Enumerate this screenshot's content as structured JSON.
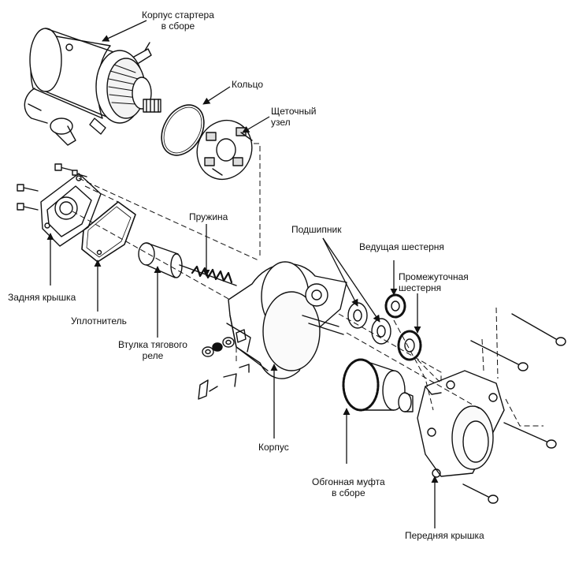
{
  "labels": {
    "starter_body": [
      "Корпус стартера",
      "в сборе"
    ],
    "ring": [
      "Кольцо"
    ],
    "brush_holder": [
      "Щеточный",
      "узел"
    ],
    "spring": [
      "Пружина"
    ],
    "bearing": [
      "Подшипник"
    ],
    "drive_gear": [
      "Ведущая шестерня"
    ],
    "idler_gear": [
      "Промежуточная",
      "шестерня"
    ],
    "rear_cover": [
      "Задняя крышка"
    ],
    "gasket": [
      "Уплотнитель"
    ],
    "solenoid_bushing": [
      "Втулка тягового",
      "реле"
    ],
    "housing": [
      "Корпус"
    ],
    "overrunning_clutch": [
      "Обгонная муфта",
      "в сборе"
    ],
    "front_cover": [
      "Передняя крышка"
    ]
  },
  "colors": {
    "ink": "#111111",
    "paper": "#ffffff",
    "shade": "#e6e6e6"
  }
}
